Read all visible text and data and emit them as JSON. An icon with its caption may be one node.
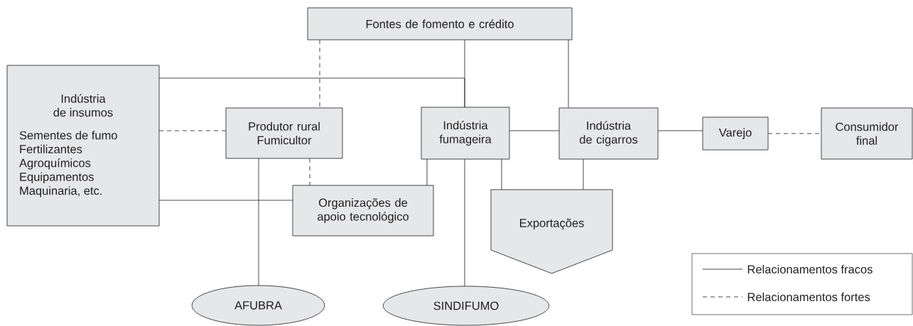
{
  "diagram": {
    "nodes": [
      {
        "text": [
          "Fontes de fomento e crédito"
        ]
      },
      {
        "text": [
          "Indústria de insumos",
          "Sementes de fumo",
          "Fertilizantes",
          "Agroquímicos",
          "Equipamentos",
          "Maquinaria, etc."
        ]
      },
      {
        "text": [
          "Produtor rural Fumicultor"
        ]
      },
      {
        "text": [
          "Indústria fumageira"
        ]
      },
      {
        "text": [
          "Indústria de cigarros"
        ]
      },
      {
        "text": [
          "Varejo"
        ]
      },
      {
        "text": [
          "Consumidor final"
        ]
      },
      {
        "text": [
          "Organizações de apoio tecnológico"
        ]
      },
      {
        "text": [
          "Exportações"
        ]
      },
      {
        "text": [
          "AFUBRA"
        ]
      },
      {
        "text": [
          "SINDIFUMO"
        ]
      }
    ],
    "edges": [
      {
        "from": 0,
        "to": 3,
        "arrow": "none"
      },
      {
        "from": 1,
        "to": 3,
        "arrow": "none"
      },
      {
        "from": 0,
        "to": 2,
        "arrow": "none",
        "style": "dashed"
      },
      {
        "from": 0,
        "to": 4,
        "arrow": "none"
      },
      {
        "from": 1,
        "to": 2,
        "arrow": "none",
        "style": "dashed"
      },
      {
        "from": 1,
        "to": 7,
        "arrow": "none"
      },
      {
        "from": 2,
        "to": 7,
        "arrow": "none",
        "style": "dashed"
      },
      {
        "from": 2,
        "to": 9,
        "arrow": "none"
      },
      {
        "from": 3,
        "to": 4,
        "arrow": "none"
      },
      {
        "from": 3,
        "to": 7,
        "arrow": "none"
      },
      {
        "from": 3,
        "to": 8,
        "arrow": "none"
      },
      {
        "from": 3,
        "to": 10,
        "arrow": "none"
      },
      {
        "from": 4,
        "to": 8,
        "arrow": "none"
      },
      {
        "from": 4,
        "to": 5,
        "arrow": "none"
      },
      {
        "from": 5,
        "to": 6,
        "arrow": "none",
        "style": "dashed"
      }
    ],
    "legend": [
      {
        "text": "Relacionamentos fracos"
      },
      {
        "text": "Relacionamentos fortes"
      }
    ]
  }
}
